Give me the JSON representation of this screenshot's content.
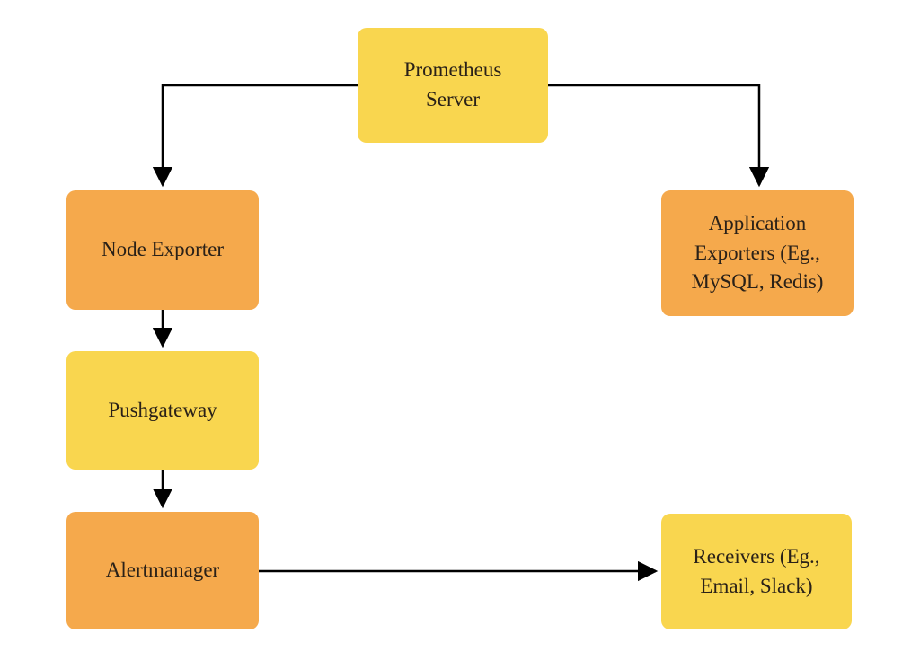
{
  "colors": {
    "yellow_node": "#f9d64f",
    "orange_node": "#f5a94c",
    "text": "#2a2118",
    "arrow": "#000000",
    "background": "#ffffff"
  },
  "nodes": [
    {
      "id": "prometheus-server",
      "label": "Prometheus\nServer",
      "color": "#f9d64f"
    },
    {
      "id": "node-exporter",
      "label": "Node Exporter",
      "color": "#f5a94c"
    },
    {
      "id": "application-exporters",
      "label": "Application\nExporters (Eg.,\nMySQL, Redis)",
      "color": "#f5a94c"
    },
    {
      "id": "pushgateway",
      "label": "Pushgateway",
      "color": "#f9d64f"
    },
    {
      "id": "alertmanager",
      "label": "Alertmanager",
      "color": "#f5a94c"
    },
    {
      "id": "receivers",
      "label": "Receivers (Eg.,\nEmail, Slack)",
      "color": "#f9d64f"
    }
  ],
  "edges": [
    {
      "from": "prometheus-server",
      "to": "node-exporter"
    },
    {
      "from": "prometheus-server",
      "to": "application-exporters"
    },
    {
      "from": "node-exporter",
      "to": "pushgateway"
    },
    {
      "from": "pushgateway",
      "to": "alertmanager"
    },
    {
      "from": "alertmanager",
      "to": "receivers"
    }
  ]
}
